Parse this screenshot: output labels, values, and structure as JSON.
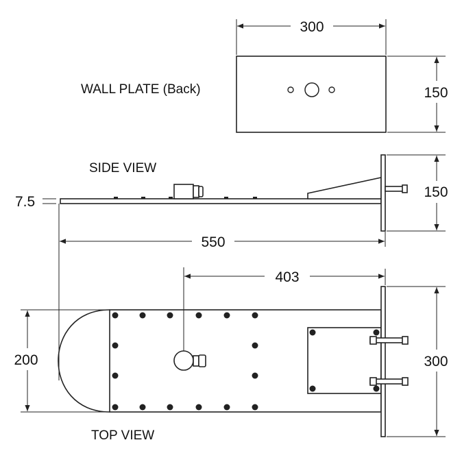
{
  "labels": {
    "wall_plate": "WALL PLATE (Back)",
    "side_view": "SIDE VIEW",
    "top_view": "TOP VIEW"
  },
  "dimensions": {
    "wall_plate_width": "300",
    "wall_plate_height": "150",
    "side_thickness": "7.5",
    "side_height": "150",
    "overall_length": "550",
    "post_offset": "403",
    "top_depth": "200",
    "top_plate_width": "300"
  }
}
